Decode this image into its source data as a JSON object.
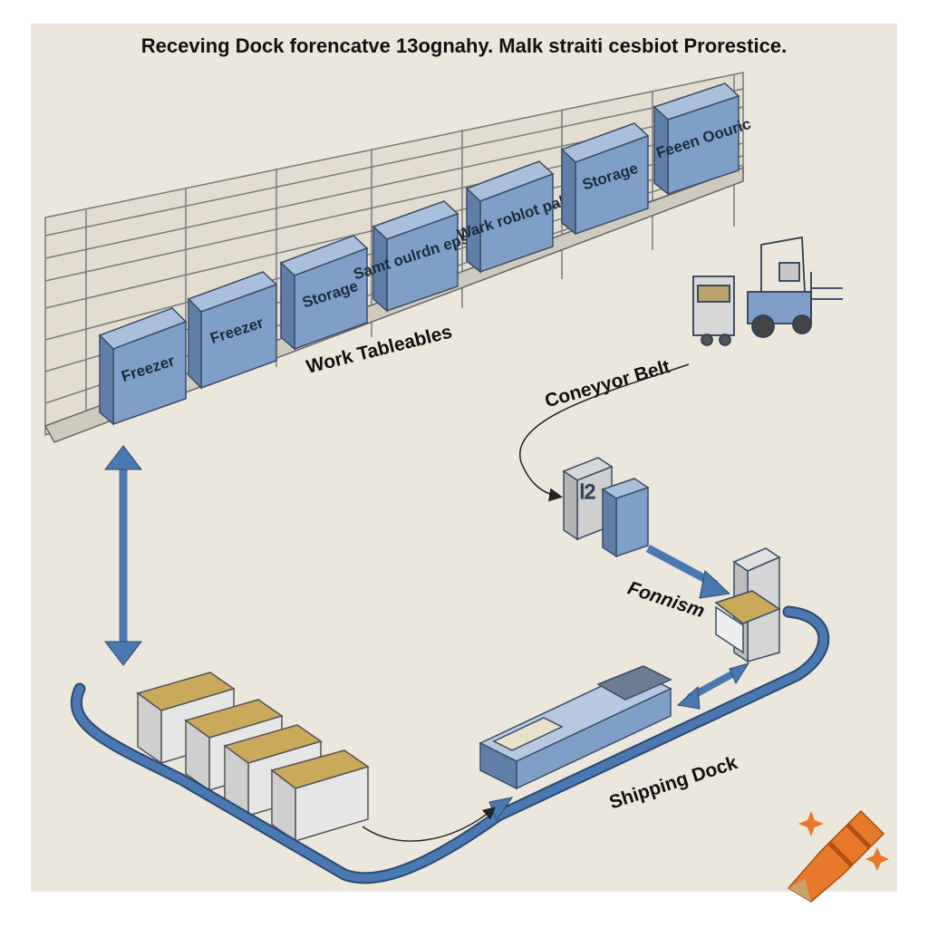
{
  "title": "Receving Dock forencatve 13ognahy. Malk straiti cesbiot Prorestice.",
  "units": [
    {
      "label": "Freezer"
    },
    {
      "label": "Freezer"
    },
    {
      "label": "Storage"
    },
    {
      "label": "Samt oulrdn epsap"
    },
    {
      "label": "Wark roblot palt"
    },
    {
      "label": "Storage"
    },
    {
      "label": "Feeen Oouric"
    }
  ],
  "labels": {
    "work_tables": "Work Tableables",
    "conveyor_belt": "Coneyyor Belt",
    "fonnism": "Fonnism",
    "shipping_dock": "Shipping Dock"
  },
  "station_number": "l2",
  "colors": {
    "paper": "#ebe7dc",
    "unit_fill": "#7f9fc9",
    "arrow": "#4a78b0",
    "crayon": "#e8792a"
  },
  "icons": [
    "forklift-icon",
    "crayon-icon",
    "sparkle-icon"
  ]
}
